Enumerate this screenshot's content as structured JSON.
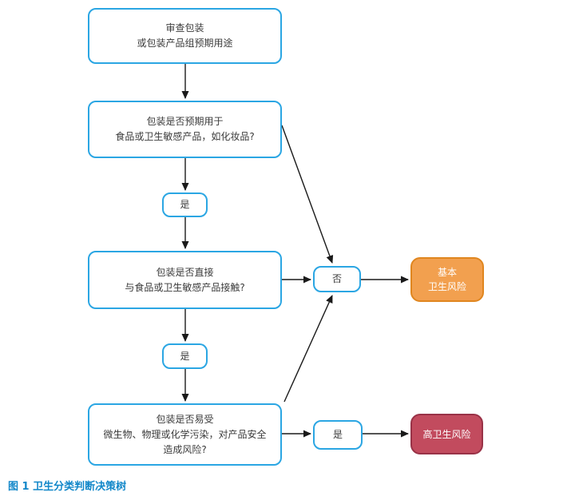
{
  "caption": "图 1 卫生分类判断决策树",
  "colors": {
    "node_border": "#2BA6E3",
    "node_text": "#3A3A3A",
    "basic_risk_fill": "#F2A04F",
    "basic_risk_border": "#E0861F",
    "high_risk_fill": "#C24B5E",
    "high_risk_border": "#993247",
    "caption_color": "#1287C9",
    "arrow_color": "#1a1a1a"
  },
  "nodes": {
    "review": {
      "lines": [
        "审查包装",
        "或包装产品组预期用途"
      ]
    },
    "q_intended": {
      "lines": [
        "包装是否预期用于",
        "食品或卫生敏感产品，如化妆品?"
      ]
    },
    "yes1": {
      "label": "是"
    },
    "q_contact": {
      "lines": [
        "包装是否直接",
        "与食品或卫生敏感产品接触?"
      ]
    },
    "yes2": {
      "label": "是"
    },
    "q_contamination": {
      "lines": [
        "包装是否易受",
        "微生物、物理或化学污染，对产品安全",
        "造成风险?"
      ]
    },
    "no": {
      "label": "否"
    },
    "basic_risk": {
      "lines": [
        "基本",
        "卫生风险"
      ]
    },
    "yes3": {
      "label": "是"
    },
    "high_risk": {
      "label": "高卫生风险"
    }
  }
}
